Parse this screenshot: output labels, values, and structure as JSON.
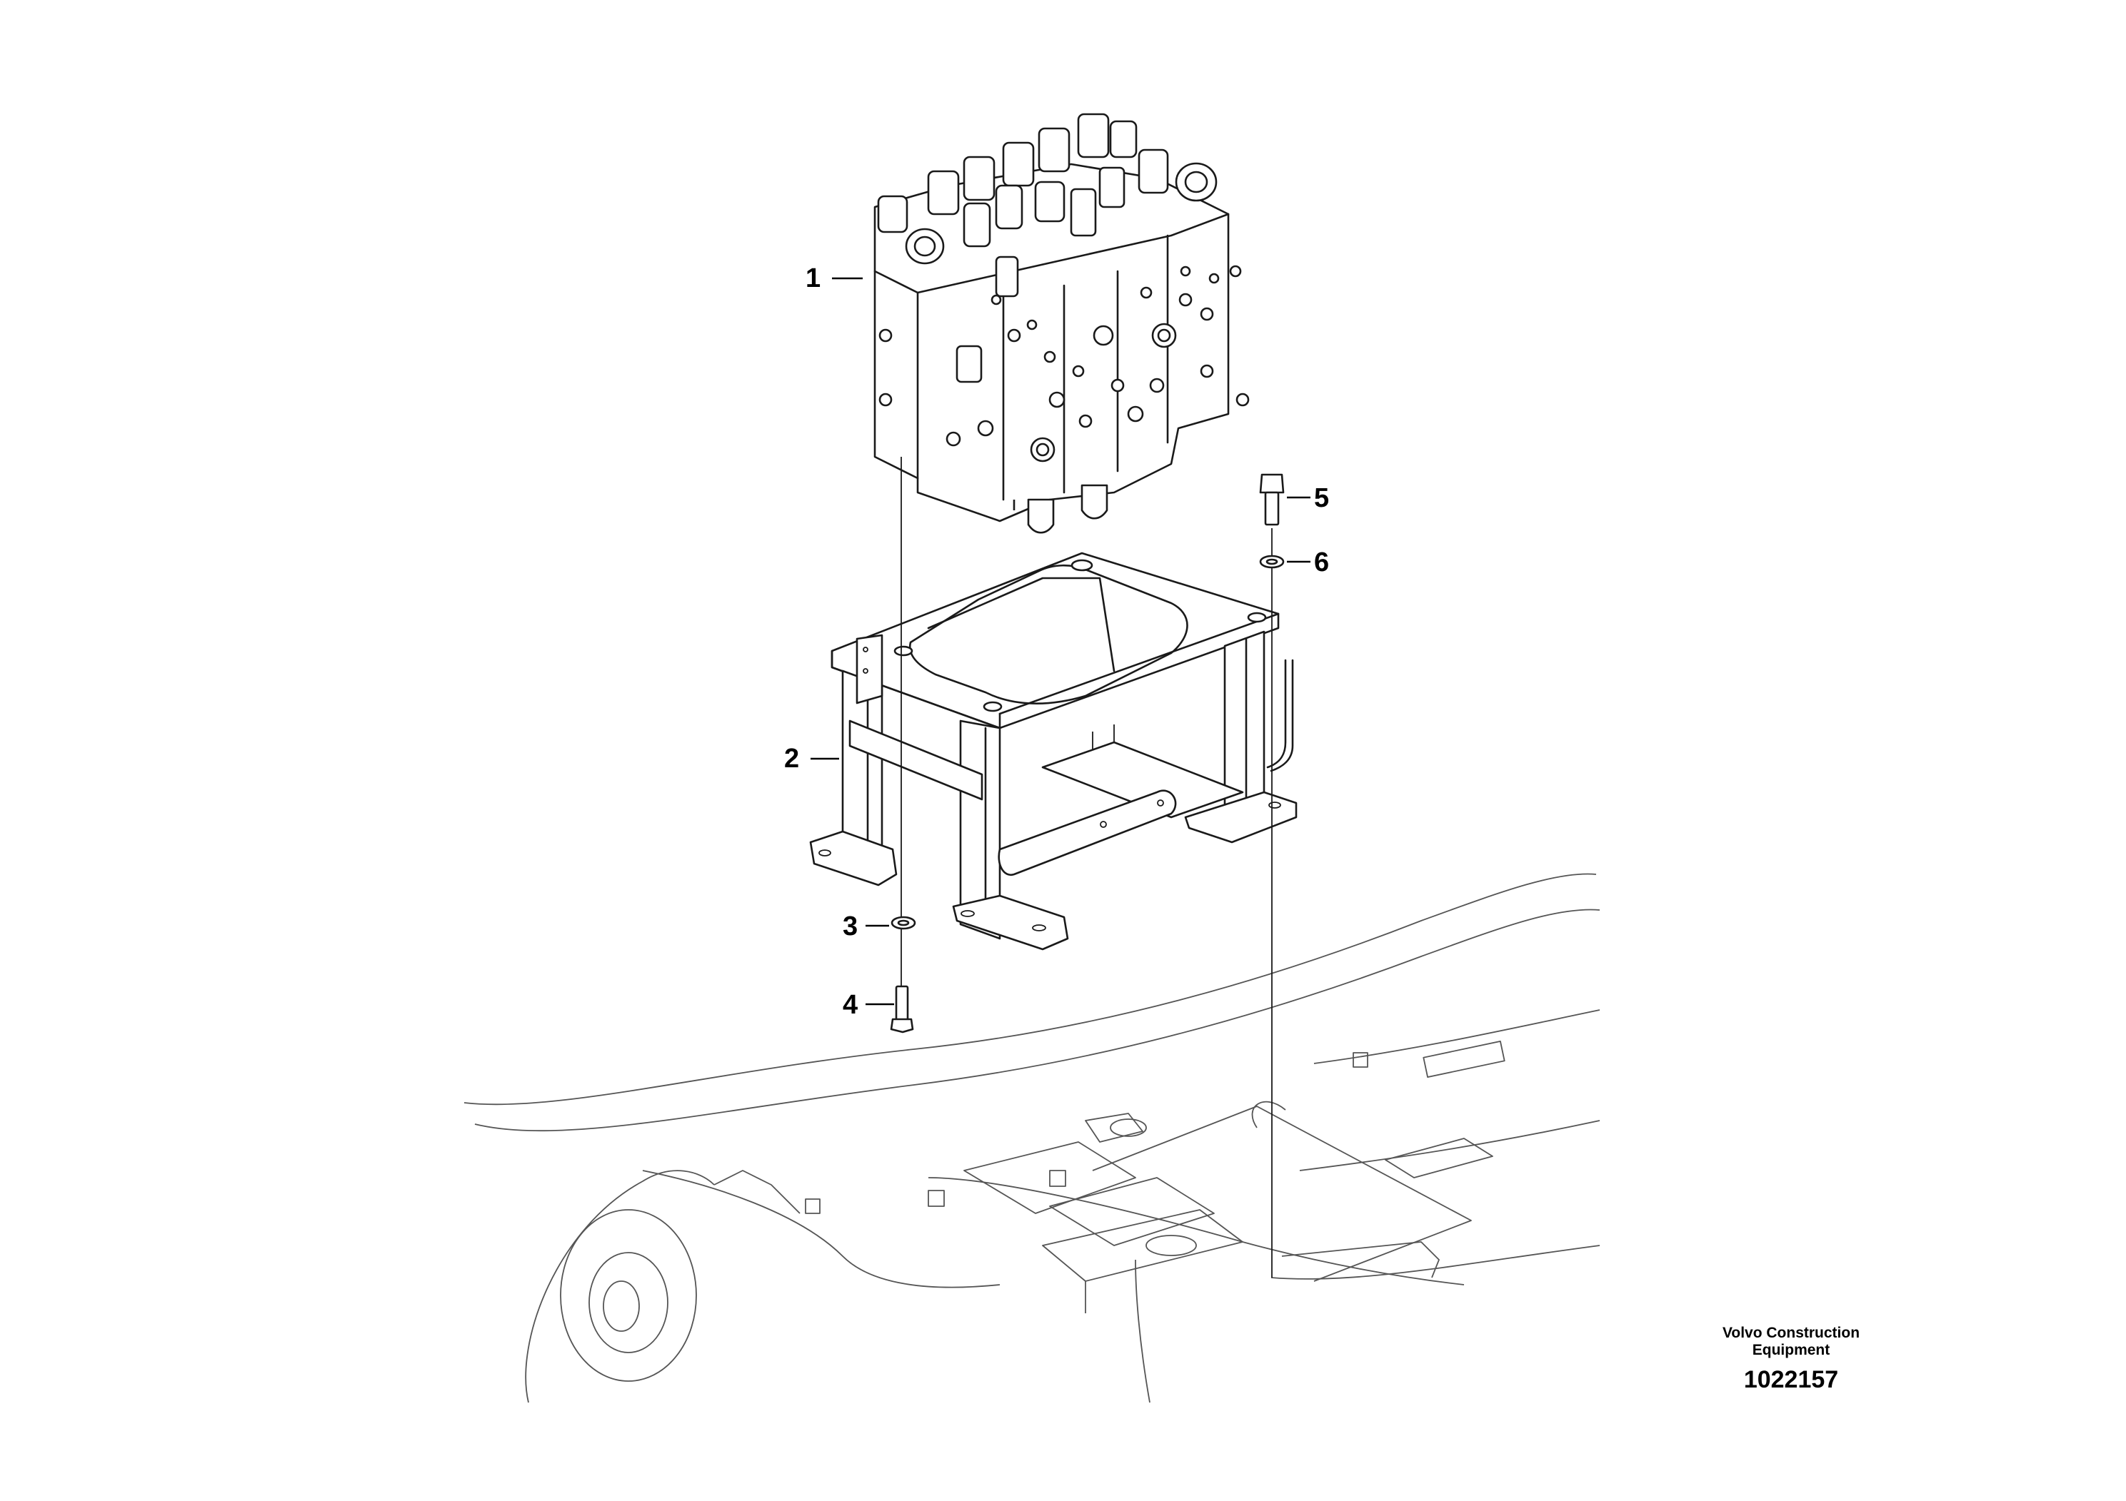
{
  "callouts": [
    {
      "id": "1",
      "label": "1"
    },
    {
      "id": "2",
      "label": "2"
    },
    {
      "id": "3",
      "label": "3"
    },
    {
      "id": "4",
      "label": "4"
    },
    {
      "id": "5",
      "label": "5"
    },
    {
      "id": "6",
      "label": "6"
    }
  ],
  "footer": {
    "company_line1": "Volvo Construction",
    "company_line2": "Equipment",
    "drawing_number": "1022157"
  }
}
